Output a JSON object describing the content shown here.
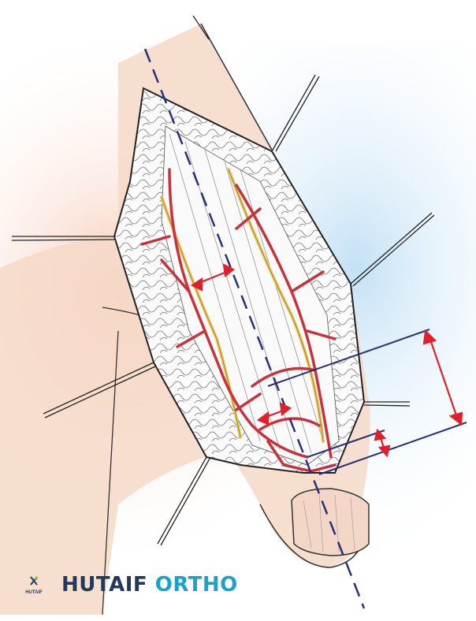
{
  "brand": {
    "logo_text": "HUTAIF",
    "name_part1": "HUTAIF",
    "name_part2": "ORTHO",
    "color_dark": "#1f3a5c",
    "color_accent": "#1aa3c8"
  },
  "colors": {
    "skin": "#f6d9c8",
    "vessel": "#c8323c",
    "nerve": "#e8c860",
    "axis_line": "#2a2f7a",
    "measure_arrow": "#e0202a"
  }
}
